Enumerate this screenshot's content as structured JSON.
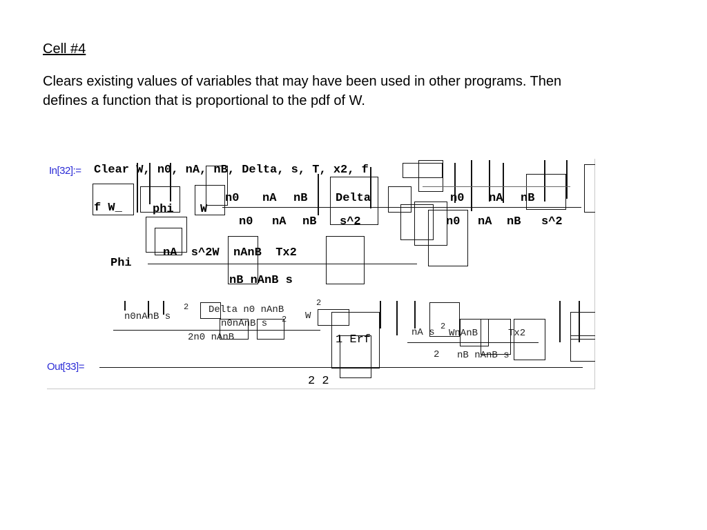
{
  "slide": {
    "heading": "Cell #4",
    "description": "Clears existing values of variables that may have been used in other programs.  Then defines a function that is proportional to the pdf of W."
  },
  "notebook": {
    "input_label": "In[32]:=",
    "output_label": "Out[33]=",
    "line_clear": "Clear W, n0, nA, nB, Delta, s, T, x2, f",
    "def_lhs": "f W_",
    "def_phi": "phi",
    "def_w": "W",
    "num1_a": "n0",
    "num1_b": "nA",
    "num1_c": "nB",
    "num1_d": "Delta",
    "num1_e": "n0",
    "num1_f": "nA",
    "num1_g": "nB",
    "den1_a": "n0",
    "den1_b": "nA",
    "den1_c": "nB",
    "den1_d": "s^2",
    "den1_e": "n0",
    "den1_f": "nA",
    "den1_g": "nB",
    "den1_h": "s^2",
    "phi_label": "Phi",
    "phi_num": "nA \u0001 s^2\u0001W \u0001 nA\u0001nB \u0001 T\u0001x2",
    "phi_den": "nB\u0001 nA\u0001nB \u0001s",
    "out_top_a": "n0\u0001nA\u0001nB s",
    "out_top_exp1": "2",
    "out_top_b": "Delta n0 nA\u0001nB",
    "out_top_exp2": "2",
    "out_top_w": "W",
    "out_mid_a": "n0\u0001nA\u0001nB s",
    "out_mid_exp": "2",
    "out_low_a": "2n0 nA\u0001nB",
    "out_erf": "1 \u0001Erf",
    "out_r_num": "nA s",
    "out_r_exp": "2",
    "out_r_num2": "W\u0001nA\u0001nB",
    "out_r_num3": "T\u0001x2",
    "out_r_den_a": "2",
    "out_r_den_b": "nB nA\u0001nB s",
    "out_bottom": "2  2\u0001",
    "glyph": "\u0001"
  }
}
